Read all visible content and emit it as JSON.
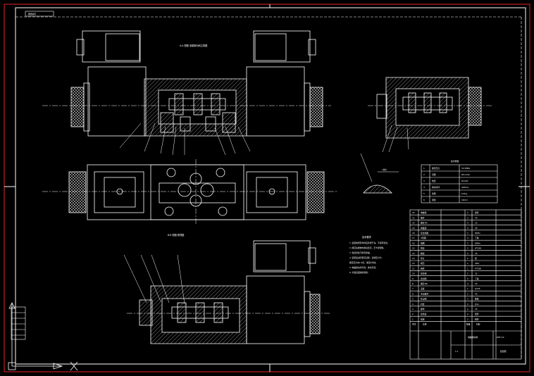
{
  "drawing": {
    "stamp": "图纸编号",
    "view_a_label": "A-A 视图 电磁换向阀主视图",
    "view_b_label": "B-B 视图 俯视图",
    "tech_title": "技术要求",
    "tech_items": [
      "1. 装配前所有零件应清洗干净，不得有毛刺。",
      "2. 阀芯在阀体内移动灵活，无卡滞现象。",
      "3. 各密封处不得有渗漏。",
      "4. 装配后进行耐压试验，试验压力为",
      "   额定压力的1.5倍，保压5分钟。",
      "5. 电磁铁动作可靠，换向平稳。",
      "6. 外露表面涂防锈漆。"
    ],
    "spec_title": "技术参数",
    "spec_rows": [
      [
        "1",
        "额定压力",
        "31.5MPa"
      ],
      [
        "2",
        "流量",
        "80 L/min"
      ],
      [
        "3",
        "电压",
        "DC24V"
      ],
      [
        "4",
        "换向时间",
        "≤60ms"
      ],
      [
        "5",
        "重量",
        "6.5kg"
      ],
      [
        "6",
        "通径",
        "10mm"
      ]
    ],
    "detail_label": "I 放大",
    "bom_rows": [
      [
        "22",
        "电磁铁",
        "2",
        "组件"
      ],
      [
        "21",
        "推杆",
        "2",
        "45"
      ],
      [
        "20",
        "螺钉M5",
        "4",
        "35"
      ],
      [
        "19",
        "弹簧座",
        "2",
        "45"
      ],
      [
        "18",
        "复位弹簧",
        "2",
        "65Mn"
      ],
      [
        "17",
        "O形圈",
        "4",
        "丁腈"
      ],
      [
        "16",
        "挡圈",
        "2",
        "65Mn"
      ],
      [
        "15",
        "端盖",
        "2",
        "HT200"
      ],
      [
        "14",
        "螺塞",
        "2",
        "35"
      ],
      [
        "13",
        "垫片",
        "2",
        "纸"
      ],
      [
        "12",
        "阀芯",
        "1",
        "40Cr"
      ],
      [
        "11",
        "阀体",
        "1",
        "HT300"
      ],
      [
        "10",
        "定位销",
        "2",
        "35"
      ],
      [
        "9",
        "密封圈",
        "5",
        "丁腈"
      ],
      [
        "8",
        "螺钉M6",
        "4",
        "35"
      ],
      [
        "7",
        "盖板",
        "1",
        "Q235"
      ],
      [
        "6",
        "手动推杆",
        "2",
        "45"
      ],
      [
        "5",
        "防尘圈",
        "2",
        "橡胶"
      ],
      [
        "4",
        "衬套",
        "2",
        "QSn"
      ],
      [
        "3",
        "螺母",
        "2",
        "35"
      ],
      [
        "2",
        "接线盒",
        "2",
        "组件"
      ],
      [
        "1",
        "插座",
        "2",
        "组件"
      ]
    ],
    "bom_header": [
      "序号",
      "名称",
      "数量",
      "材料"
    ],
    "title_block": {
      "name": "电磁换向阀",
      "drawing_no": "DHF-10",
      "scale": "1:1",
      "sheet": "装配图"
    }
  }
}
